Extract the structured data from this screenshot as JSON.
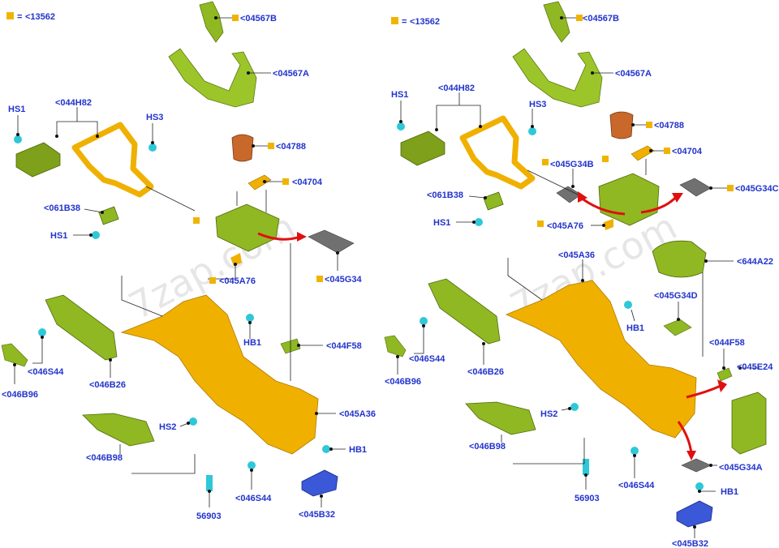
{
  "legend": {
    "symbol": "=",
    "code": "<13562"
  },
  "watermark": "7zap.com",
  "colors": {
    "label": "#2233cc",
    "trim_green": "#8fb822",
    "console_gold": "#f0b000",
    "bracket_blue": "#3a58d8",
    "clip_cyan": "#2ec8d8",
    "cup_brown": "#c8682a",
    "mat_grey": "#707070",
    "arrow_red": "#e01010",
    "square_marker": "#f0b400"
  },
  "left": {
    "labels": {
      "p04567B": "<04567B",
      "p04567A": "<04567A",
      "p044H82": "<044H82",
      "hs1_top": "HS1",
      "hs3": "HS3",
      "p04788": "<04788",
      "p04704": "<04704",
      "p061B38": "<061B38",
      "hs1_low": "HS1",
      "p045G34": "<045G34",
      "p045A76": "<045A76",
      "hb1_mid": "HB1",
      "p044F58": "<044F58",
      "p046S44_l": "<046S44",
      "p046B26": "<046B26",
      "p046B96": "<046B96",
      "p045A36": "<045A36",
      "hs2": "HS2",
      "p046B98": "<046B98",
      "hb1_low": "HB1",
      "p046S44_b": "<046S44",
      "p56903": "56903",
      "p045B32": "<045B32"
    }
  },
  "right": {
    "labels": {
      "p04567B": "<04567B",
      "p04567A": "<04567A",
      "p044H82": "<044H82",
      "hs1_top": "HS1",
      "hs3": "HS3",
      "p04788": "<04788",
      "p045G34B": "<045G34B",
      "p04704": "<04704",
      "p045G34C": "<045G34C",
      "p061B38": "<061B38",
      "hs1_low": "HS1",
      "p045A76": "<045A76",
      "p045A36": "<045A36",
      "p644A22": "<644A22",
      "p045G34D": "<045G34D",
      "hb1_mid": "HB1",
      "p044F58": "<044F58",
      "p045E24": "<045E24",
      "p046S44_l": "<046S44",
      "p046B96": "<046B96",
      "p046B26": "<046B26",
      "hs2": "HS2",
      "p046B98": "<046B98",
      "p56903": "56903",
      "p046S44_b": "<046S44",
      "p045G34A": "<045G34A",
      "hb1_low": "HB1",
      "p045B32": "<045B32"
    }
  }
}
